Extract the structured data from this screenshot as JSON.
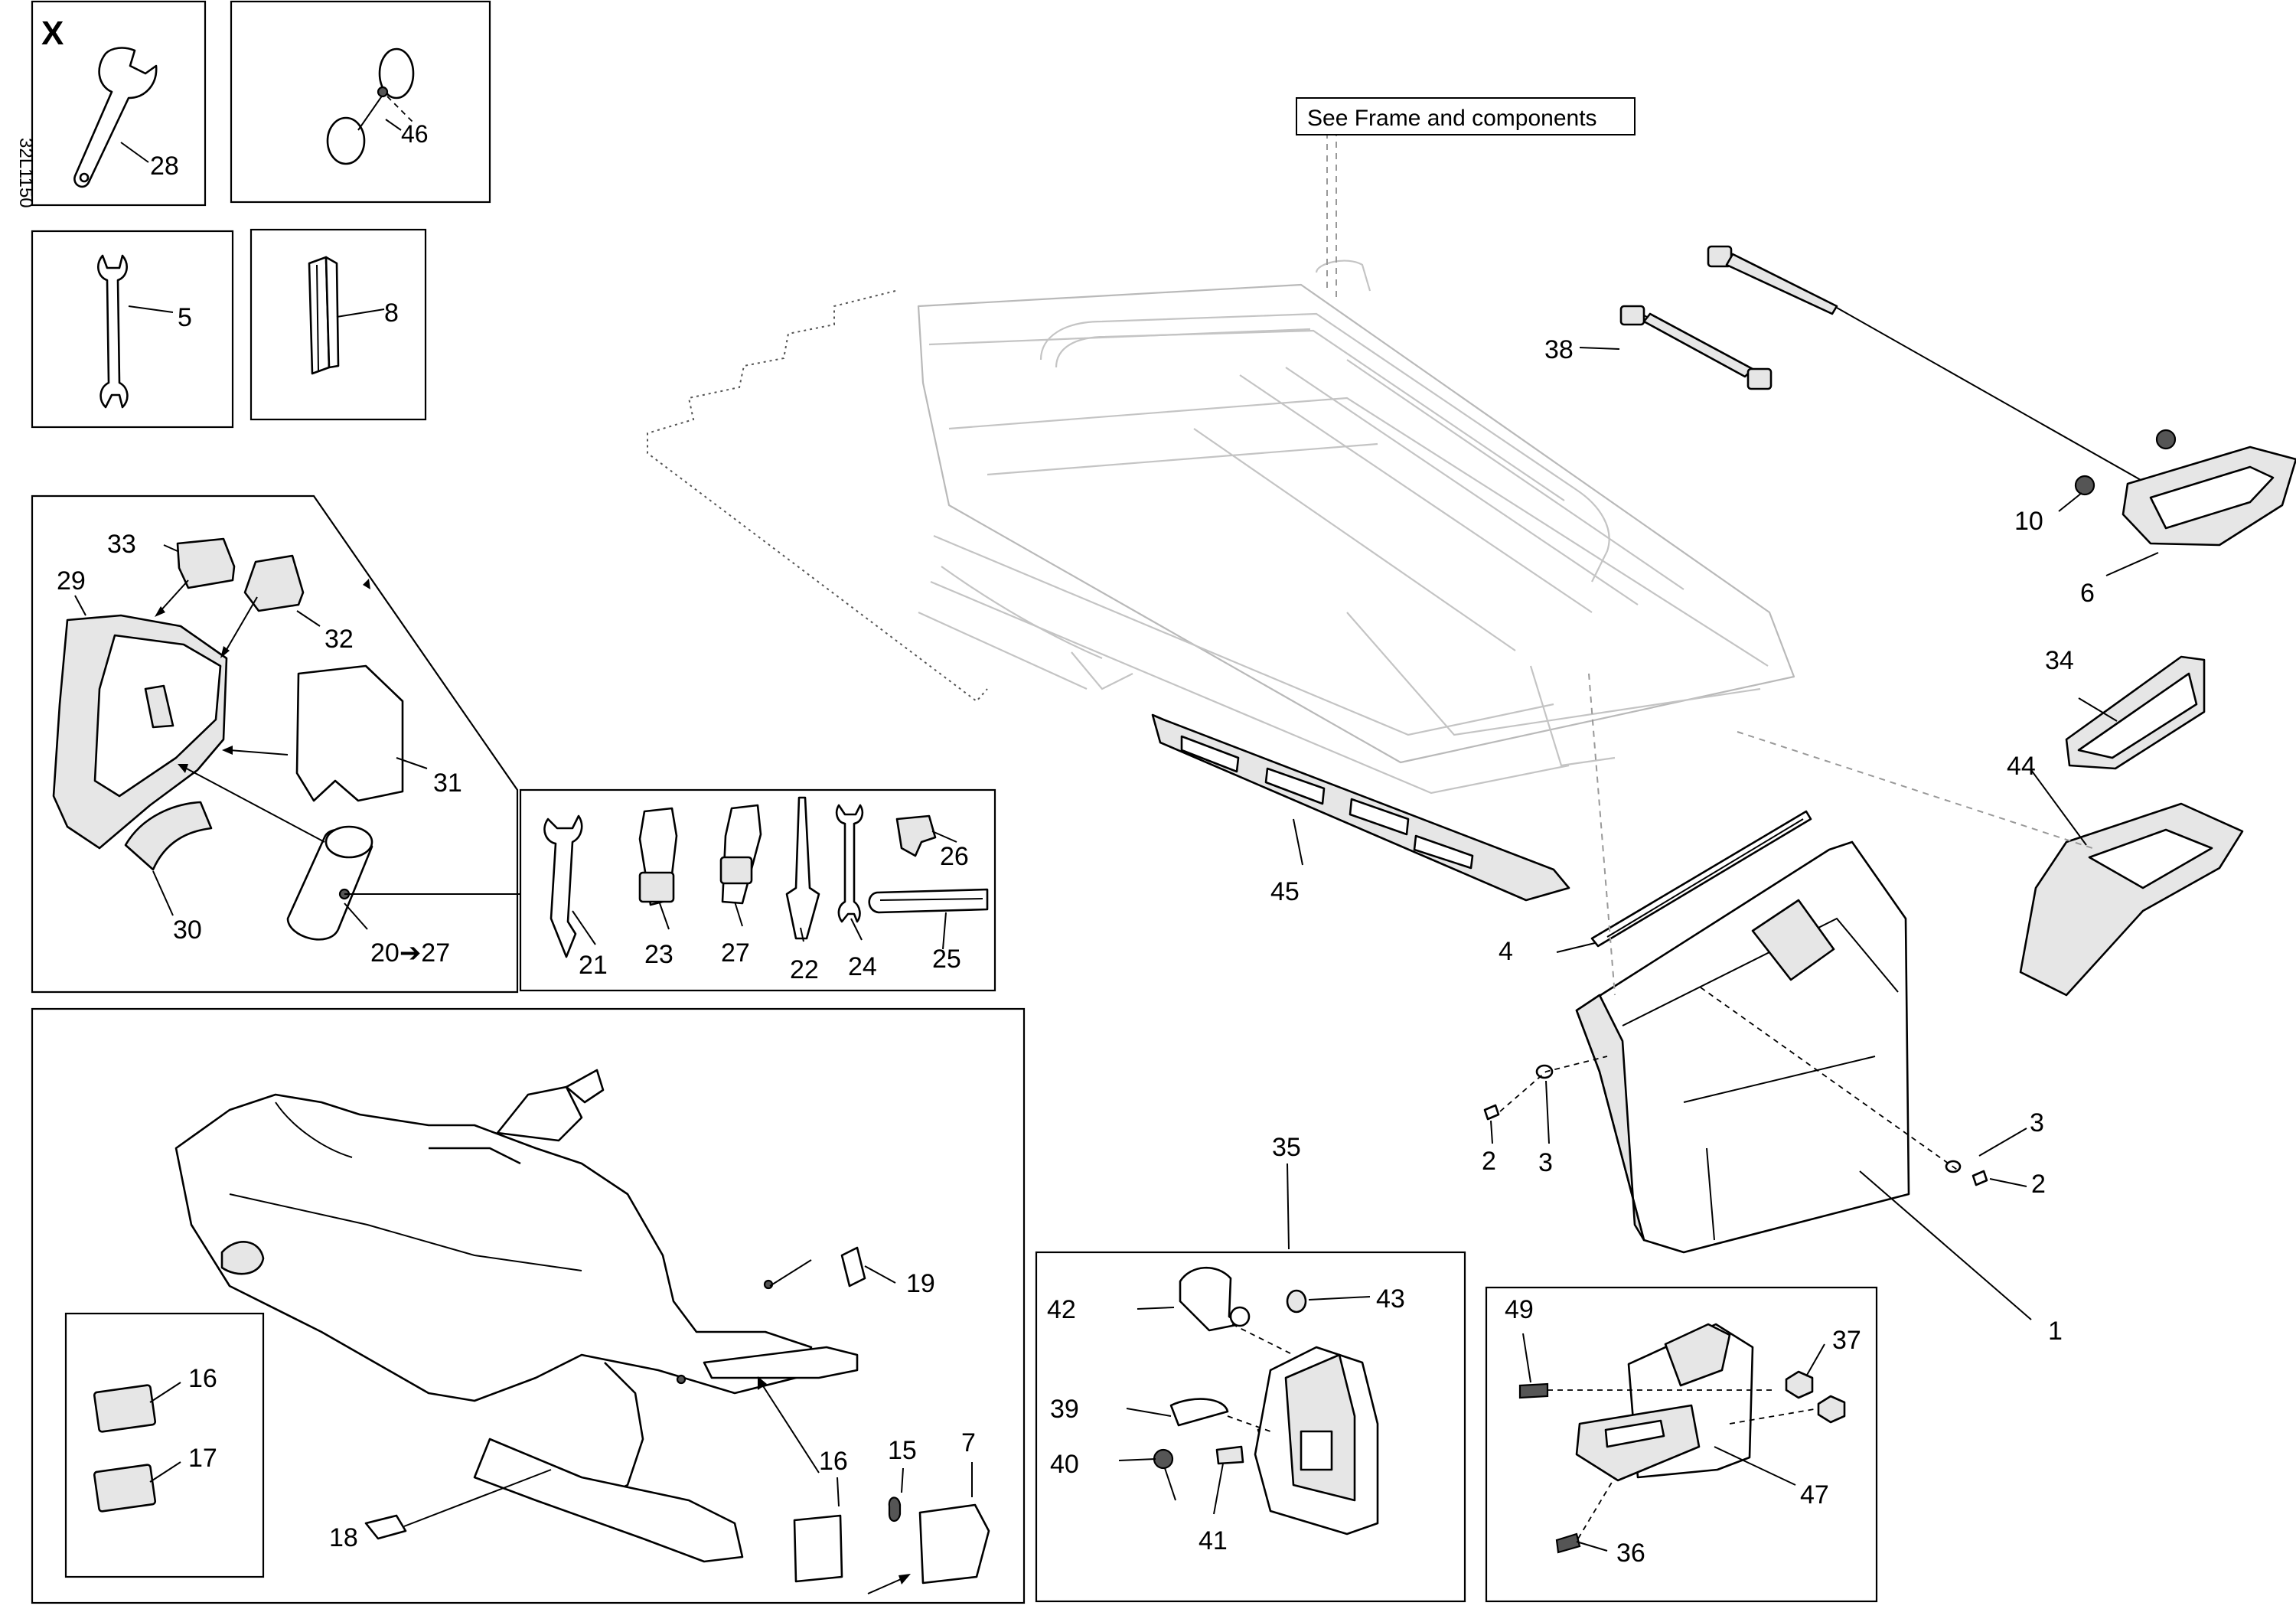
{
  "diagram": {
    "corner_letter": "X",
    "drawing_code": "32L1150",
    "callout_box": "See Frame and components"
  },
  "callouts": [
    {
      "id": "c28",
      "text": "28"
    },
    {
      "id": "c46",
      "text": "46"
    },
    {
      "id": "c5",
      "text": "5"
    },
    {
      "id": "c8",
      "text": "8"
    },
    {
      "id": "c38",
      "text": "38"
    },
    {
      "id": "c10",
      "text": "10"
    },
    {
      "id": "c6",
      "text": "6"
    },
    {
      "id": "c33",
      "text": "33"
    },
    {
      "id": "c29",
      "text": "29"
    },
    {
      "id": "c32",
      "text": "32"
    },
    {
      "id": "c31",
      "text": "31"
    },
    {
      "id": "c30",
      "text": "30"
    },
    {
      "id": "c20_27",
      "text": "20➔27"
    },
    {
      "id": "c21",
      "text": "21"
    },
    {
      "id": "c23",
      "text": "23"
    },
    {
      "id": "c27",
      "text": "27"
    },
    {
      "id": "c22",
      "text": "22"
    },
    {
      "id": "c24",
      "text": "24"
    },
    {
      "id": "c25",
      "text": "25"
    },
    {
      "id": "c26",
      "text": "26"
    },
    {
      "id": "c45",
      "text": "45"
    },
    {
      "id": "c34",
      "text": "34"
    },
    {
      "id": "c44",
      "text": "44"
    },
    {
      "id": "c4",
      "text": "4"
    },
    {
      "id": "c2a",
      "text": "2"
    },
    {
      "id": "c3a",
      "text": "3"
    },
    {
      "id": "c3b",
      "text": "3"
    },
    {
      "id": "c2b",
      "text": "2"
    },
    {
      "id": "c1",
      "text": "1"
    },
    {
      "id": "c35",
      "text": "35"
    },
    {
      "id": "c42",
      "text": "42"
    },
    {
      "id": "c43",
      "text": "43"
    },
    {
      "id": "c39",
      "text": "39"
    },
    {
      "id": "c40",
      "text": "40"
    },
    {
      "id": "c41",
      "text": "41"
    },
    {
      "id": "c49",
      "text": "49"
    },
    {
      "id": "c37",
      "text": "37"
    },
    {
      "id": "c47",
      "text": "47"
    },
    {
      "id": "c36",
      "text": "36"
    },
    {
      "id": "c19",
      "text": "19"
    },
    {
      "id": "c16a",
      "text": "16"
    },
    {
      "id": "c17",
      "text": "17"
    },
    {
      "id": "c18",
      "text": "18"
    },
    {
      "id": "c16b",
      "text": "16"
    },
    {
      "id": "c15",
      "text": "15"
    },
    {
      "id": "c7",
      "text": "7"
    }
  ]
}
